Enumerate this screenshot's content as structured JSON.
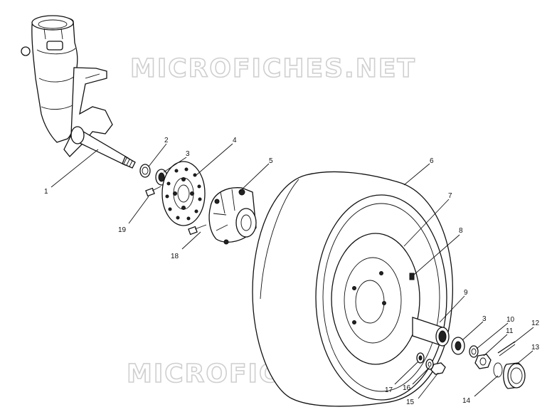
{
  "watermark": {
    "top": "MICROFICHES.NET",
    "bottom": "MICROFICHES.NET"
  },
  "callouts": [
    {
      "id": "1",
      "label": "1"
    },
    {
      "id": "2",
      "label": "2"
    },
    {
      "id": "3",
      "label": "3"
    },
    {
      "id": "4",
      "label": "4"
    },
    {
      "id": "5",
      "label": "5"
    },
    {
      "id": "6",
      "label": "6"
    },
    {
      "id": "7",
      "label": "7"
    },
    {
      "id": "8",
      "label": "8"
    },
    {
      "id": "9",
      "label": "9"
    },
    {
      "id": "3b",
      "label": "3"
    },
    {
      "id": "10",
      "label": "10"
    },
    {
      "id": "11",
      "label": "11"
    },
    {
      "id": "12",
      "label": "12"
    },
    {
      "id": "13",
      "label": "13"
    },
    {
      "id": "14",
      "label": "14"
    },
    {
      "id": "15",
      "label": "15"
    },
    {
      "id": "16",
      "label": "16"
    },
    {
      "id": "17",
      "label": "17"
    },
    {
      "id": "18",
      "label": "18"
    },
    {
      "id": "19",
      "label": "19"
    }
  ]
}
